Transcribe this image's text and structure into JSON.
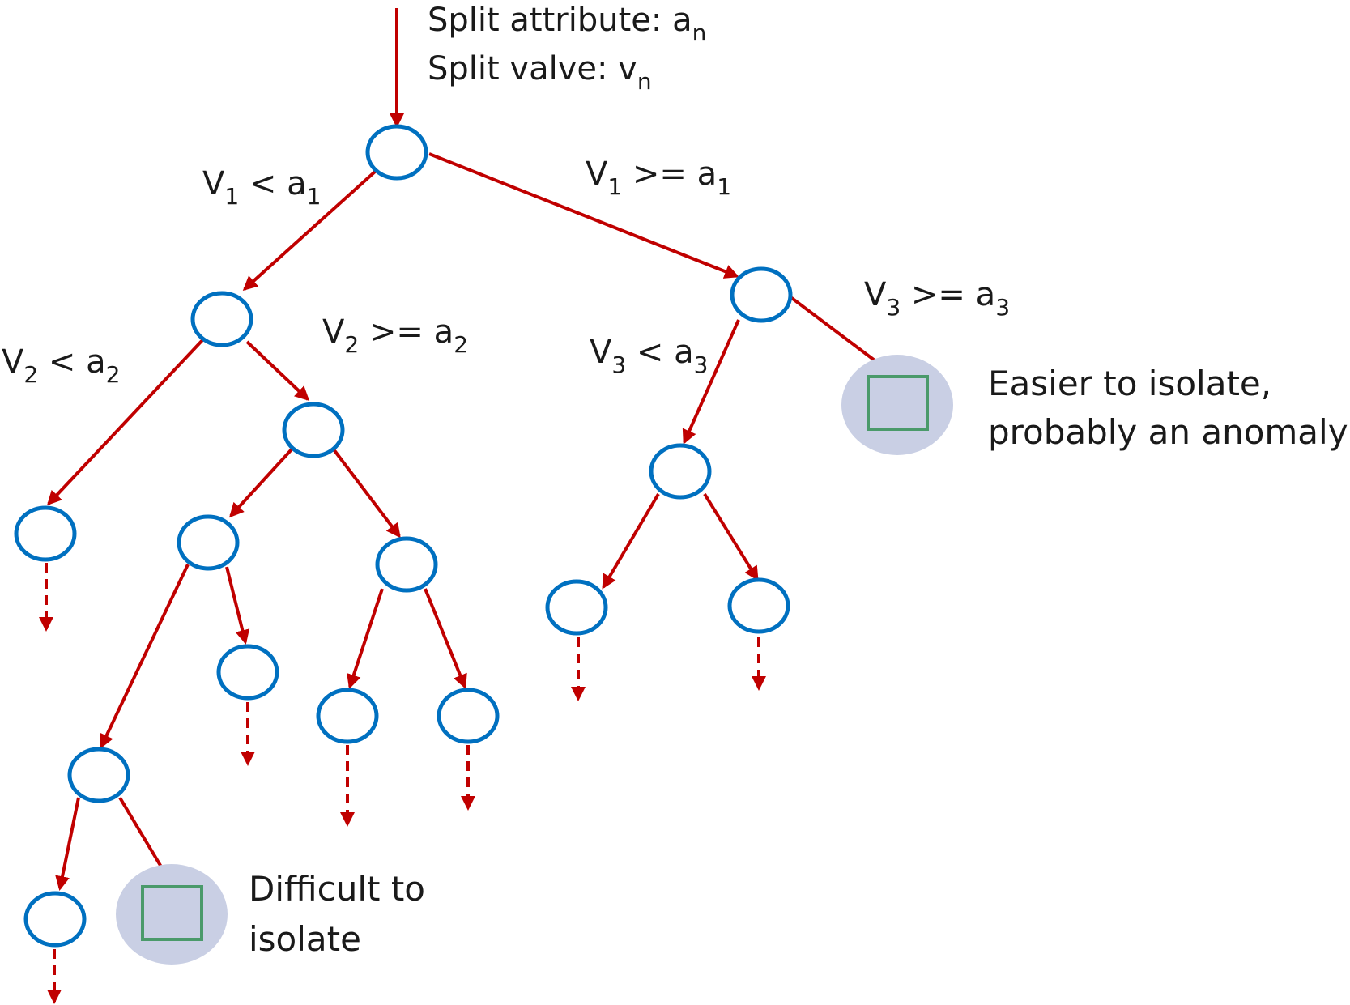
{
  "header": {
    "attr_text": "Split attribute: a",
    "attr_sub": "n",
    "value_text": "Split valve: v",
    "value_sub": "n"
  },
  "edge_labels": {
    "v1_lt": {
      "pre": "V",
      "sub1": "1",
      "mid": " < a",
      "sub2": "1"
    },
    "v1_ge": {
      "pre": "V",
      "sub1": "1",
      "mid": " >= a",
      "sub2": "1"
    },
    "v2_lt": {
      "pre": "V",
      "sub1": "2",
      "mid": " < a",
      "sub2": "2"
    },
    "v2_ge": {
      "pre": "V",
      "sub1": "2",
      "mid": " >= a",
      "sub2": "2"
    },
    "v3_lt": {
      "pre": "V",
      "sub1": "3",
      "mid": " < a",
      "sub2": "3"
    },
    "v3_ge": {
      "pre": "V",
      "sub1": "3",
      "mid": " >= a",
      "sub2": "3"
    }
  },
  "annotations": {
    "easy_line1": "Easier to isolate,",
    "easy_line2": "probably an anomaly",
    "hard_line1": "Difficult to",
    "hard_line2": "isolate"
  },
  "colors": {
    "edge": "#c00000",
    "node_stroke": "#0070c0",
    "leaf_stroke": "#4a9a6a",
    "leaf_bg": "#c9cfe4",
    "leaf_arrow": "#7a2a4a"
  }
}
